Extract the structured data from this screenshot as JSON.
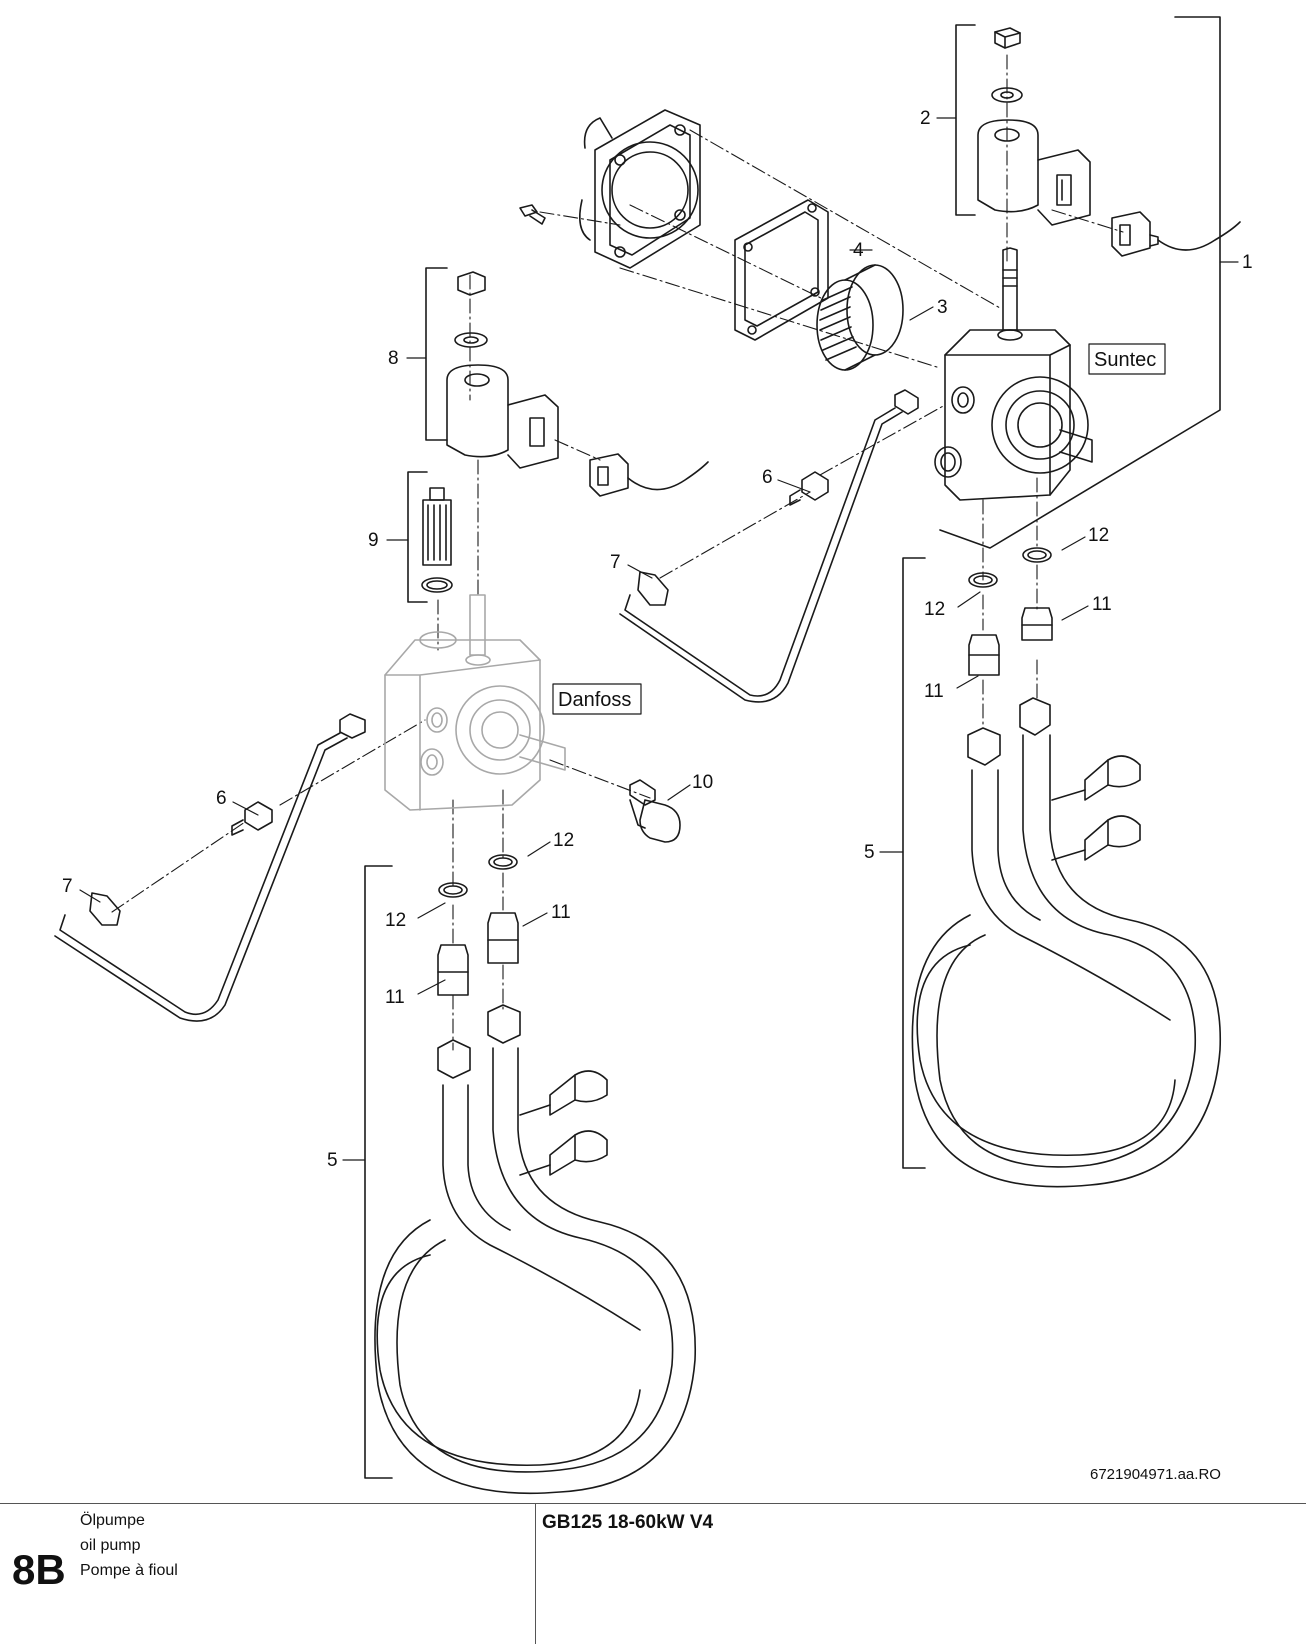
{
  "drawing": {
    "drawing_number": "6721904971.aa.RO",
    "brands": {
      "suntec": "Suntec",
      "danfoss": "Danfoss"
    },
    "callouts": {
      "c1": "1",
      "c2": "2",
      "c3": "3",
      "c4": "4",
      "c5_left": "5",
      "c5_right": "5",
      "c6_left": "6",
      "c6_right": "6",
      "c7_left": "7",
      "c7_right": "7",
      "c8": "8",
      "c9": "9",
      "c10": "10",
      "c11_a": "11",
      "c11_b": "11",
      "c11_c": "11",
      "c11_d": "11",
      "c12_a": "12",
      "c12_b": "12",
      "c12_c": "12",
      "c12_d": "12"
    }
  },
  "footer": {
    "section": "8B",
    "names": [
      "Ölpumpe",
      "oil pump",
      "Pompe à fioul"
    ],
    "model": "GB125 18-60kW V4"
  },
  "colors": {
    "line": "#1a1a1a",
    "ghost": "#a8a8a8",
    "background": "#ffffff"
  }
}
